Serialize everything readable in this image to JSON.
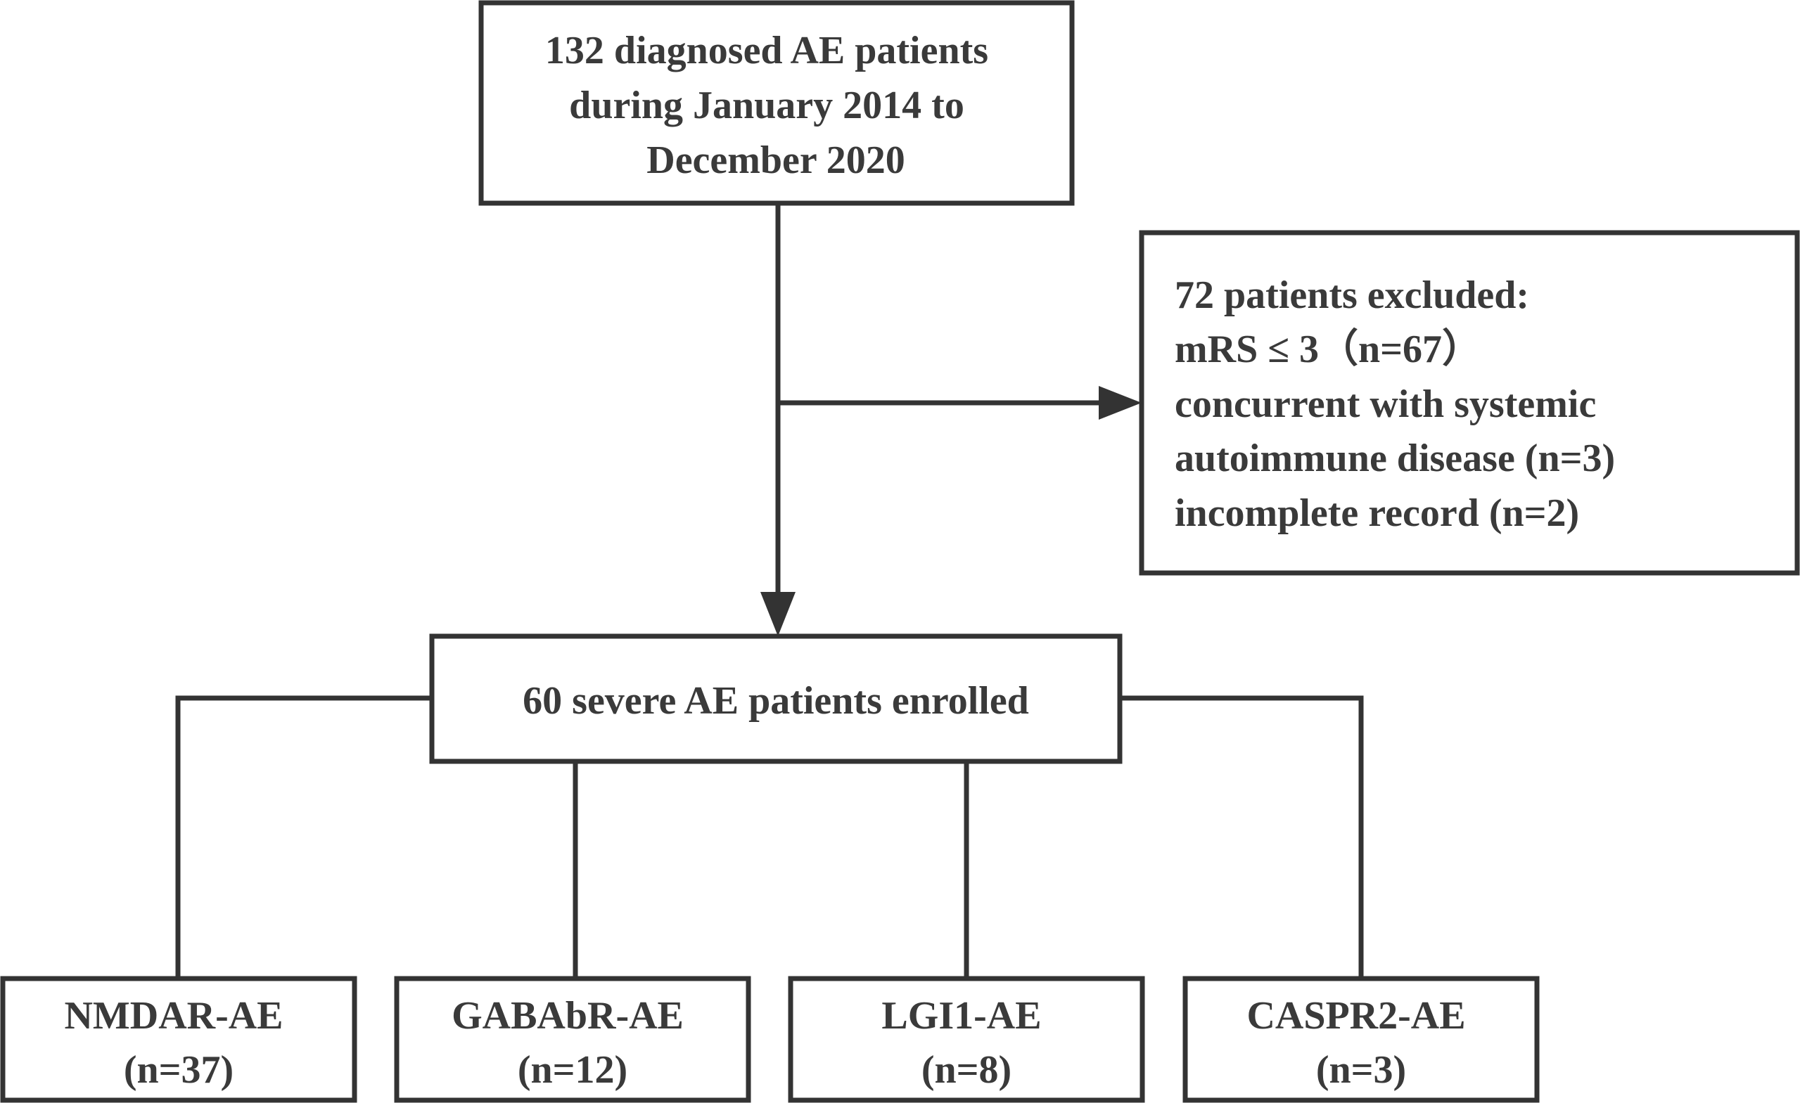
{
  "nodes": {
    "diagnosed": {
      "lines": [
        "132 diagnosed AE patients",
        "during January 2014 to",
        "December 2020"
      ]
    },
    "excluded": {
      "lines": [
        "72 patients excluded:",
        "mRS ≤ 3（n=67）",
        "concurrent with  systemic",
        "autoimmune disease (n=3)",
        "incomplete record (n=2)"
      ]
    },
    "enrolled": {
      "lines": [
        "60 severe AE patients enrolled"
      ]
    },
    "groups": [
      {
        "lines": [
          "NMDAR-AE",
          "(n=37)"
        ]
      },
      {
        "lines": [
          "GABAbR-AE",
          "(n=12)"
        ]
      },
      {
        "lines": [
          "LGI1-AE",
          "(n=8)"
        ]
      },
      {
        "lines": [
          "CASPR2-AE",
          "(n=3)"
        ]
      }
    ]
  },
  "colors": {
    "stroke": "#333333",
    "text": "#3a3a3a",
    "background": "#ffffff"
  }
}
